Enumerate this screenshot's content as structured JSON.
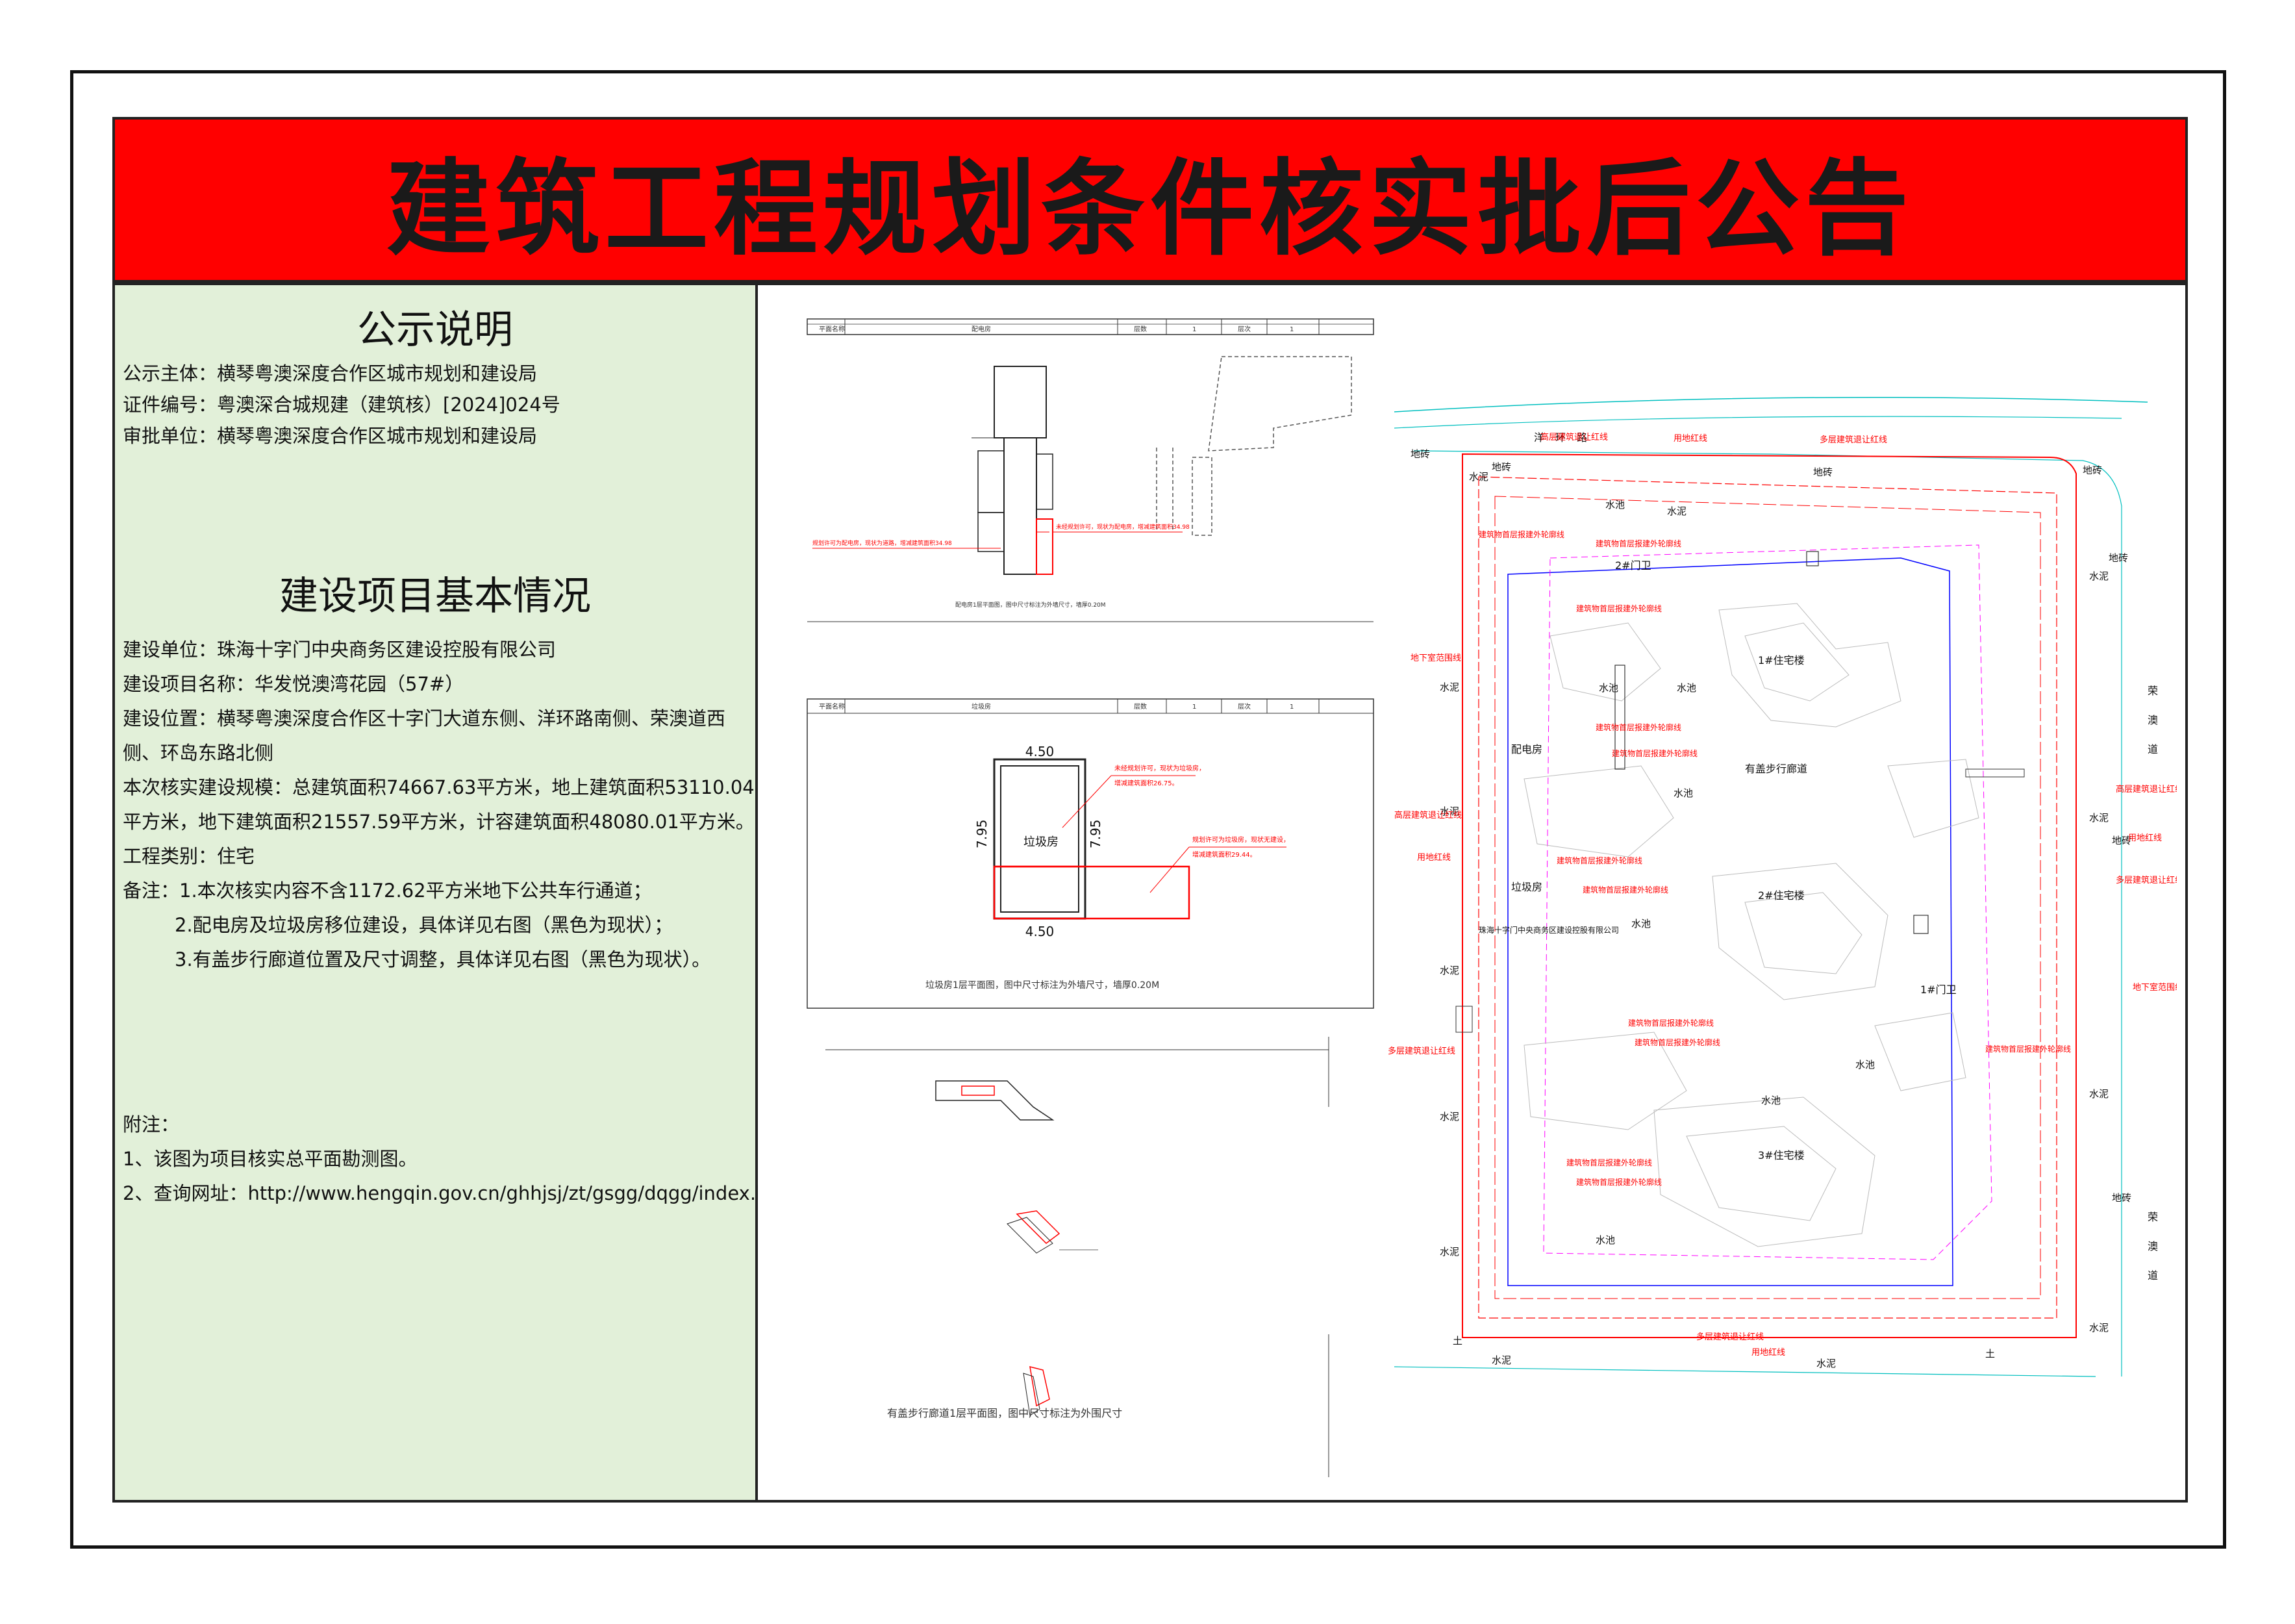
{
  "title": "建筑工程规划条件核实批后公告",
  "notice": {
    "heading": "公示说明",
    "subject": "公示主体：横琴粤澳深度合作区城市规划和建设局",
    "certificate": "证件编号：粤澳深合城规建（建筑核）[2024]024号",
    "approver": "审批单位：横琴粤澳深度合作区城市规划和建设局"
  },
  "project": {
    "heading": "建设项目基本情况",
    "unit": "建设单位：珠海十字门中央商务区建设控股有限公司",
    "name": "建设项目名称：华发悦澳湾花园（57#）",
    "location_1": "建设位置：横琴粤澳深度合作区十字门大道东侧、洋环路南侧、荣澳道西",
    "location_2": "侧、环岛东路北侧",
    "scale_1": "本次核实建设规模：总建筑面积74667.63平方米，地上建筑面积53110.04",
    "scale_2": "平方米，地下建筑面积21557.59平方米，计容建筑面积48080.01平方米。",
    "category": "工程类别：住宅",
    "remark_1": "备注：1.本次核实内容不含1172.62平方米地下公共车行通道；",
    "remark_2": "2.配电房及垃圾房移位建设，具体详见右图（黑色为现状）；",
    "remark_3": "3.有盖步行廊道位置及尺寸调整，具体详见右图（黑色为现状）。"
  },
  "appendix": {
    "heading": "附注：",
    "note_1": "1、该图为项目核实总平面勘测图。",
    "note_2": "2、查询网址：http://www.hengqin.gov.cn/ghhjsj/zt/gsgg/dqgg/index.html"
  },
  "drawings": {
    "electric_header": [
      "平面名称",
      "配电房",
      "层数",
      "1",
      "层次",
      "1"
    ],
    "electric_caption": "配电房1层平面图，图中尺寸标注为外墙尺寸，墙厚0.20M",
    "electric_note_1": "规划许可为配电房，现状为道路，增减建筑面积34.98",
    "electric_note_2": "未经规划许可，现状为配电房，增减建筑面积34.98",
    "garbage_header": [
      "平面名称",
      "垃圾房",
      "层数",
      "1",
      "层次",
      "1"
    ],
    "garbage_width_top": "4.50",
    "garbage_width_bottom": "4.50",
    "garbage_height_left": "7.95",
    "garbage_height_right": "7.95",
    "garbage_room": "垃圾房",
    "garbage_note_1a": "未经规划许可，现状为垃圾房，",
    "garbage_note_1b": "增减建筑面积26.75。",
    "garbage_note_2a": "规划许可为垃圾房，现状无建设，",
    "garbage_note_2b": "增减建筑面积29.44。",
    "garbage_caption": "垃圾房1层平面图，图中尺寸标注为外墙尺寸，墙厚0.20M",
    "corridor_caption": "有盖步行廊道1层平面图，图中尺寸标注为外围尺寸"
  },
  "site_plan": {
    "road_north": "洋 环 路",
    "road_east": [
      "荣",
      "澳",
      "道"
    ],
    "road_east_2": [
      "荣",
      "澳",
      "道"
    ],
    "building_1": "1#住宅楼",
    "building_2": "2#住宅楼",
    "building_3": "3#住宅楼",
    "gate_1": "1#门卫",
    "gate_2": "2#门卫",
    "corridor": "有盖步行廊道",
    "power_room": "配电房",
    "garbage_room": "垃圾房",
    "pool": "水池",
    "cement": "水泥",
    "brick": "地砖",
    "soil": "土",
    "high_setback": "高层建筑退让红线",
    "multi_setback": "多层建筑退让红线",
    "land_line": "用地红线",
    "basement_line": "地下室范围线",
    "outline_label": "建筑物首层报建外轮廓线",
    "company_label": "珠海十字门中央商务区建设控股有限公司",
    "red": "#ff0000",
    "blue": "#0000ff",
    "cyan": "#00bfbf"
  },
  "colors": {
    "title_bg": "#ff0000",
    "panel_bg": "#e2f0d9"
  }
}
